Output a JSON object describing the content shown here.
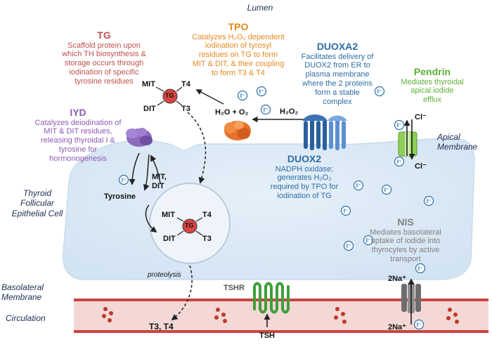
{
  "regions": {
    "lumen": "Lumen",
    "apical_membrane": [
      "Apical",
      "Membrane"
    ],
    "thyroid_cell": [
      "Thyroid",
      "Follicular",
      "Epithelial Cell"
    ],
    "basolateral_membrane": [
      "Basolateral",
      "Membrane"
    ],
    "circulation": "Circulation"
  },
  "tg": {
    "title": "TG",
    "desc": [
      "Scaffold protein upon",
      "which TH biosynthesis &",
      "storage occurs through",
      "iodination of specific",
      "tyrosine residues"
    ]
  },
  "tpo": {
    "title": "TPO",
    "desc": [
      "Catalyzes H₂O₂ dependent",
      "iodination of tyrosyl",
      "residues on TG to form",
      "MIT & DIT, & their coupling",
      "to form T3 & T4"
    ]
  },
  "duoxa2": {
    "title": "DUOXA2",
    "desc": [
      "Facilitates delivery of",
      "DUOX2 from ER to",
      "plasma membrane",
      "where the 2 proteins",
      "form a stable",
      "complex"
    ]
  },
  "pendrin": {
    "title": "Pendrin",
    "desc": [
      "Mediates thyroidal",
      "apical iodide",
      "efflux"
    ]
  },
  "iyd": {
    "title": "IYD",
    "desc": [
      "Catalyzes deiodination of",
      "MIT & DIT residues,",
      "releasing thyroidal I & ",
      "tyrosine for",
      "hormonogenesis"
    ]
  },
  "duox2": {
    "title": "DUOX2",
    "desc": [
      "NADPH oxidase;",
      "generates H₂O₂",
      "required by TPO for",
      "iodination of TG"
    ]
  },
  "nis": {
    "title": "NIS",
    "desc": [
      "Mediates basolateral",
      "uptake of iodide into",
      "thyrocytes by active",
      "transport"
    ]
  },
  "molecules": {
    "tg": "TG",
    "mit": "MIT",
    "dit": "DIT",
    "t3": "T3",
    "t4": "T4",
    "mit_dit": [
      "MIT,",
      "DIT"
    ],
    "tyrosine": "Tyrosine",
    "h2o_o2": "H₂O + O₂",
    "h2o2": "H₂O₂",
    "cl_top": "Cl⁻",
    "cl_bottom": "Cl⁻",
    "iodide": "I⁻",
    "na_top": "2Na⁺",
    "na_bottom": "2Na⁺",
    "t3_t4": "T3, T4",
    "proteolysis": "proteolysis",
    "tshr": "TSHR",
    "tsh": "TSH"
  },
  "colors": {
    "tg_title": "#c0504d",
    "tpo_title": "#e8871e",
    "duox_title": "#2e6da4",
    "pendrin_title": "#5cb135",
    "iyd_title": "#8e5bb5",
    "nis_title": "#808080",
    "cell_fill": "#dbe9f5",
    "blood_fill": "#f2d6d4",
    "tg_ball": "#d64541"
  }
}
